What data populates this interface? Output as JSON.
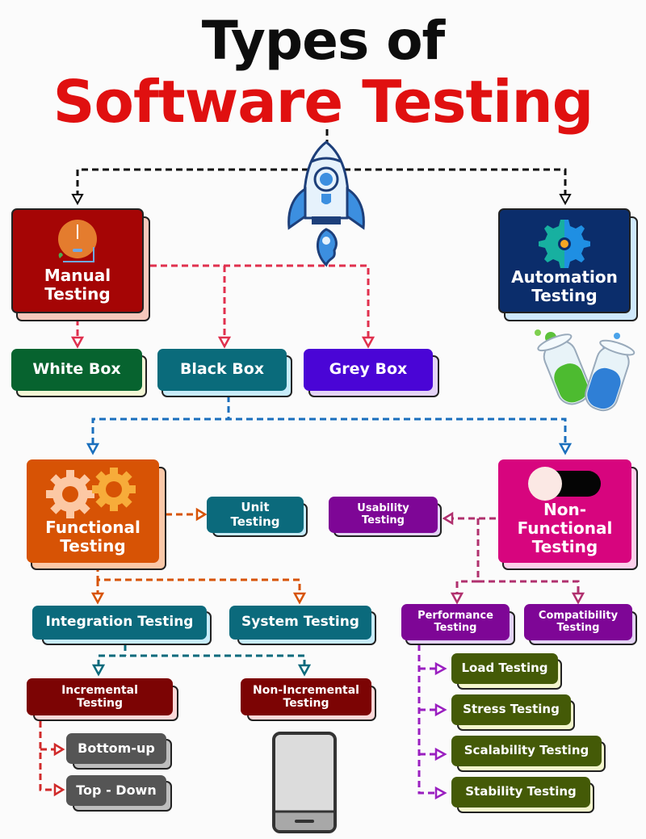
{
  "title": {
    "line1": "Types of",
    "line2": "Software Testing"
  },
  "colors": {
    "title_black": "#0d0d0d",
    "title_red": "#e01010",
    "manual": "#a50505",
    "automation": "#0b2d6b",
    "white_box": "#07632f",
    "black_box": "#0a6b7b",
    "grey_box": "#4a05d6",
    "functional": "#d75305",
    "non_functional": "#d7057e",
    "teal_node": "#0b6a7c",
    "purple_node": "#7e0696",
    "maroon_node": "#7c0404",
    "grey_node": "#555555",
    "olive_node": "#445a07"
  },
  "nodes": {
    "manual": {
      "line1": "Manual",
      "line2": "Testing",
      "icon": "clock-icon"
    },
    "automation": {
      "line1": "Automation",
      "line2": "Testing",
      "icon": "gear-icon"
    },
    "white_box": {
      "label": "White Box"
    },
    "black_box": {
      "label": "Black Box"
    },
    "grey_box": {
      "label": "Grey Box"
    },
    "functional": {
      "line1": "Functional",
      "line2": "Testing",
      "icon": "gears-icon"
    },
    "non_functional": {
      "line1": "Non-",
      "line2": "Functional",
      "line3": "Testing",
      "icon": "toggle-icon"
    },
    "unit": {
      "line1": "Unit",
      "line2": "Testing"
    },
    "usability": {
      "line1": "Usability",
      "line2": "Testing"
    },
    "integration": {
      "label": "Integration Testing"
    },
    "system": {
      "label": "System Testing"
    },
    "performance": {
      "line1": "Performance",
      "line2": "Testing"
    },
    "compatibility": {
      "line1": "Compatibility",
      "line2": "Testing"
    },
    "incremental": {
      "line1": "Incremental",
      "line2": "Testing"
    },
    "non_incremental": {
      "line1": "Non-Incremental",
      "line2": "Testing"
    },
    "bottom_up": {
      "label": "Bottom-up"
    },
    "top_down": {
      "label": "Top - Down"
    },
    "load": {
      "label": "Load Testing"
    },
    "stress": {
      "label": "Stress Testing"
    },
    "scalability": {
      "label": "Scalability Testing"
    },
    "stability": {
      "label": "Stability Testing"
    }
  },
  "decorations": [
    "rocket-icon",
    "test-tubes-icon",
    "phone-icon"
  ]
}
